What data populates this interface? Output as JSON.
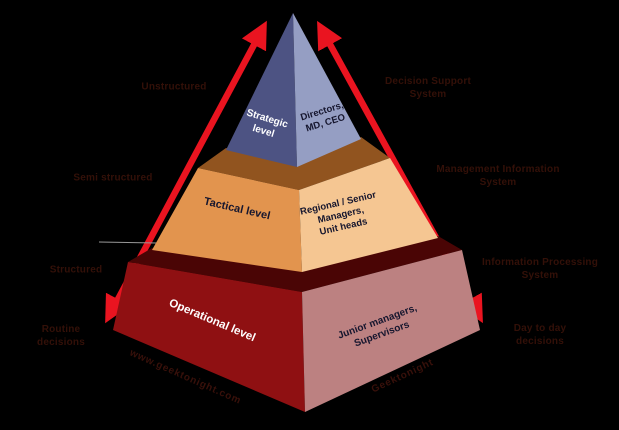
{
  "background_color": "#000000",
  "colors": {
    "arrow": "#ea1420",
    "strategic_left": "#4d5383",
    "strategic_right": "#959ec3",
    "tactical_rim": "#91541f",
    "tactical_left": "#e2944e",
    "tactical_right": "#f5c692",
    "operational_rim": "#4a0505",
    "operational_left": "#8f1012",
    "operational_right": "#bc8181",
    "annotation_text": "#331008",
    "leader_line": "#999999"
  },
  "pyramid": {
    "strategic": {
      "face_line1": "Strategic",
      "face_line2": "level",
      "people_line1": "Directors,",
      "people_line2": "MD, CEO"
    },
    "tactical": {
      "face": "Tactical level",
      "people_line1": "Regional / Senior",
      "people_line2": "Managers,",
      "people_line3": "Unit heads"
    },
    "operational": {
      "face": "Operational level",
      "people_line1": "Junior managers,",
      "people_line2": "Supervisors"
    }
  },
  "decision_annotations": {
    "strategic": "Unstructured",
    "tactical": "Semi structured",
    "operational": "Structured",
    "bottom_line1": "Routine",
    "bottom_line2": "decisions"
  },
  "system_annotations": {
    "strategic_line1": "Decision Support",
    "strategic_line2": "System",
    "tactical_line1": "Management Information",
    "tactical_line2": "System",
    "operational_line1": "Information Processing",
    "operational_line2": "System",
    "bottom_line1": "Day to day",
    "bottom_line2": "decisions"
  },
  "watermarks": {
    "left": "www.geektonight.com",
    "right": "Geektonight"
  }
}
